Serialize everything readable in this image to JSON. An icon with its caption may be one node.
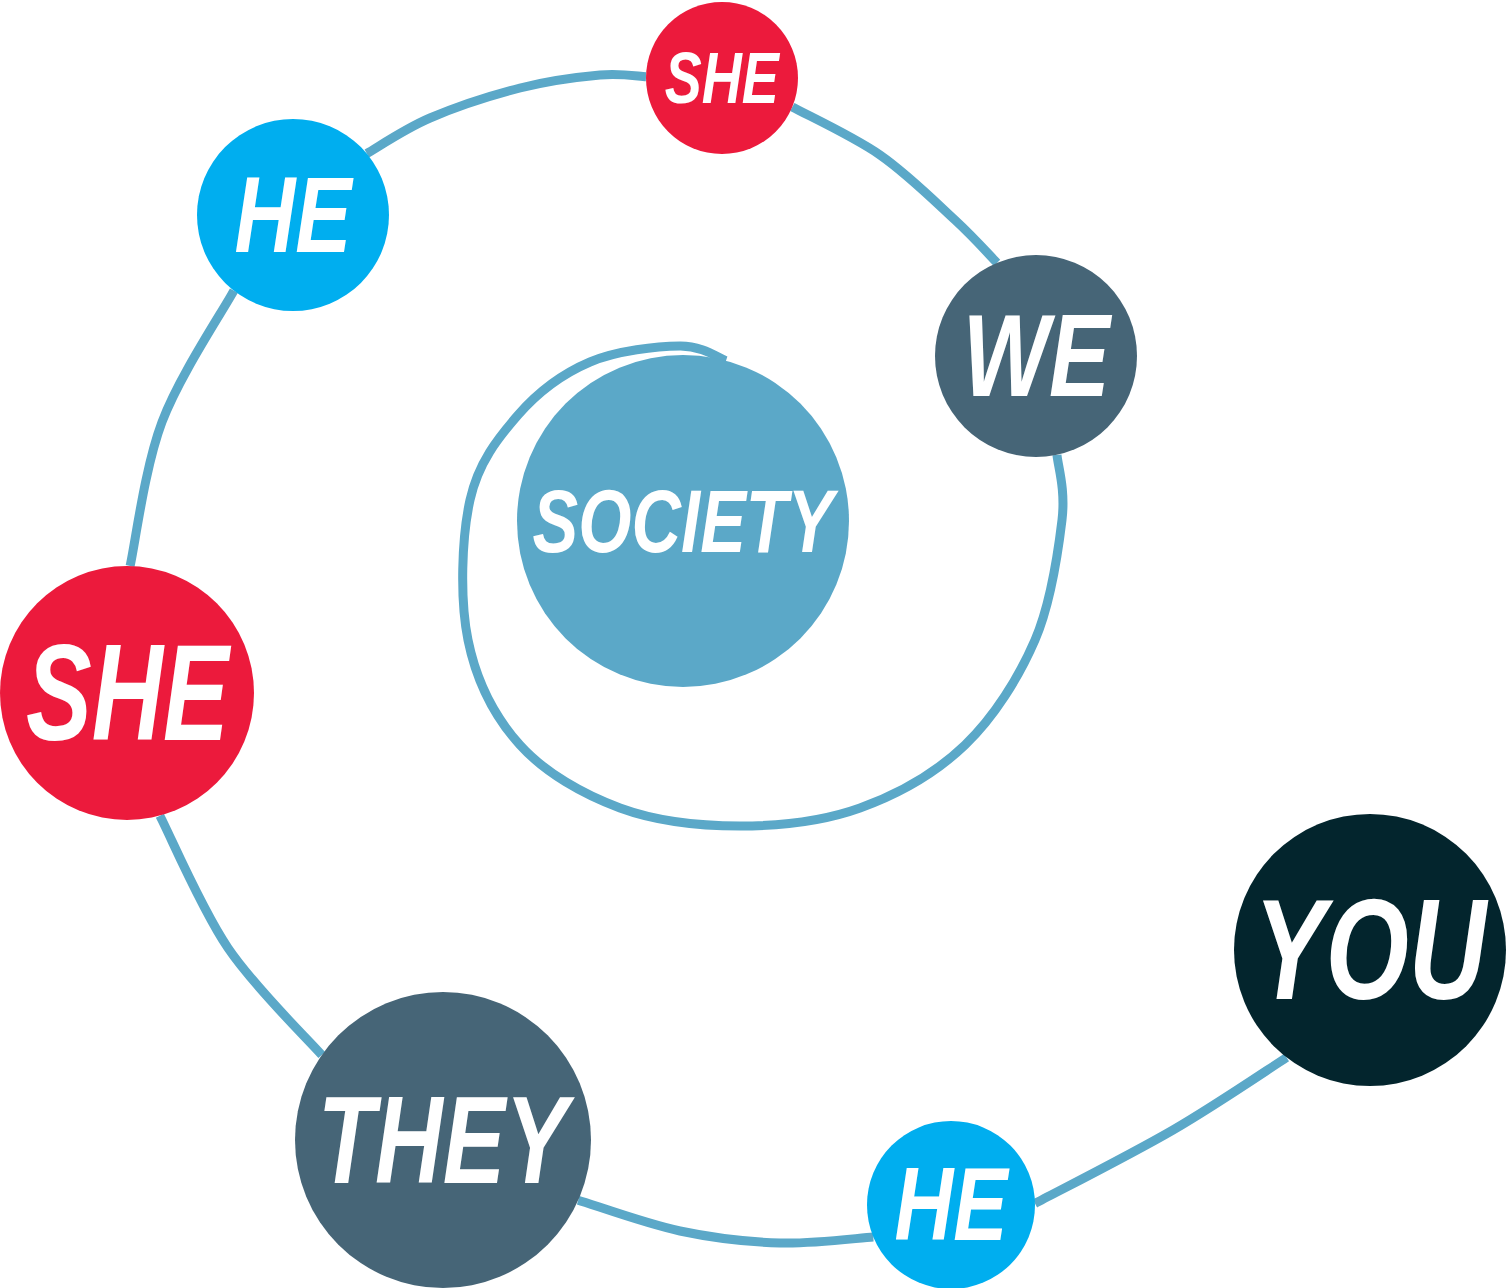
{
  "diagram": {
    "nodes": [
      {
        "text": [
          "YOU"
        ]
      },
      {
        "text": [
          "HE"
        ]
      },
      {
        "text": [
          "THEY"
        ]
      },
      {
        "text": [
          "SHE"
        ]
      },
      {
        "text": [
          "HE"
        ]
      },
      {
        "text": [
          "SHE"
        ]
      },
      {
        "text": [
          "WE"
        ]
      },
      {
        "text": [
          "SOCIETY"
        ]
      }
    ],
    "edges": [
      {
        "from": 0,
        "to": 1,
        "arrow": "none"
      },
      {
        "from": 1,
        "to": 2,
        "arrow": "none"
      },
      {
        "from": 2,
        "to": 3,
        "arrow": "none"
      },
      {
        "from": 3,
        "to": 4,
        "arrow": "none"
      },
      {
        "from": 4,
        "to": 5,
        "arrow": "none"
      },
      {
        "from": 5,
        "to": 6,
        "arrow": "none"
      },
      {
        "from": 6,
        "to": 7,
        "arrow": "none"
      }
    ]
  }
}
